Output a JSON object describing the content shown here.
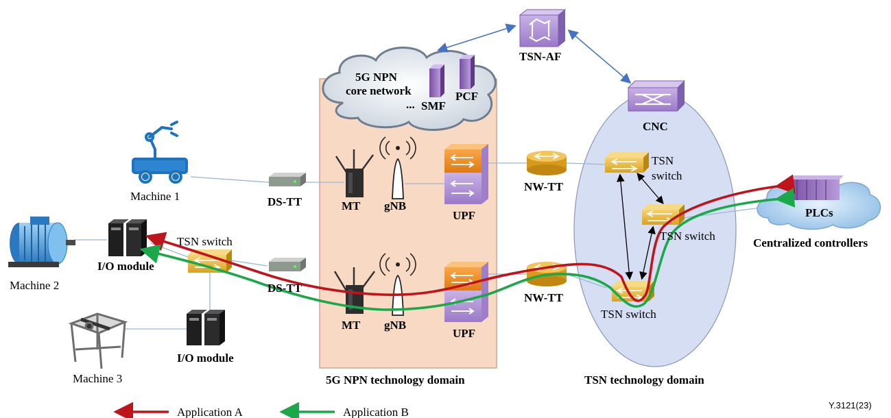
{
  "labels": {
    "tsn_af": "TSN-AF",
    "cloud_line1": "5G NPN",
    "cloud_line2": "core network",
    "cloud_ellipsis": "...",
    "smf": "SMF",
    "pcf": "PCF",
    "cnc": "CNC",
    "machine1": "Machine 1",
    "machine2": "Machine 2",
    "machine3": "Machine 3",
    "ds_tt_top": "DS-TT",
    "ds_tt_bottom": "DS-TT",
    "mt_top": "MT",
    "mt_bottom": "MT",
    "gnb_top": "gNB",
    "gnb_bottom": "gNB",
    "upf_top": "UPF",
    "upf_bottom": "UPF",
    "nw_tt_top": "NW-TT",
    "nw_tt_bottom": "NW-TT",
    "tsn_switch_top_1": "TSN",
    "tsn_switch_top_2": "switch",
    "tsn_switch_mid": "TSN switch",
    "tsn_switch_bottom": "TSN switch",
    "tsn_switch_left": "TSN switch",
    "io_module_top": "I/O module",
    "io_module_bottom": "I/O module",
    "plcs": "PLCs",
    "centralized_controllers": "Centralized controllers",
    "domain_5g": "5G NPN technology domain",
    "domain_tsn": "TSN technology domain",
    "figure_id": "Y.3121(23)"
  },
  "legend": {
    "application_a": "Application A",
    "application_b": "Application B"
  },
  "colors": {
    "application_a": "#c0141c",
    "application_b": "#1aa84a",
    "domain_5g_fill": "#f8d9c4",
    "tsn_domain_fill": "#d6def3",
    "switch_orange": "#f08a1c",
    "switch_gold": "#e8b22a",
    "purple": "#8a63b8",
    "cloud_blue": "#9ec3e6",
    "link_blue": "#4472c4"
  }
}
